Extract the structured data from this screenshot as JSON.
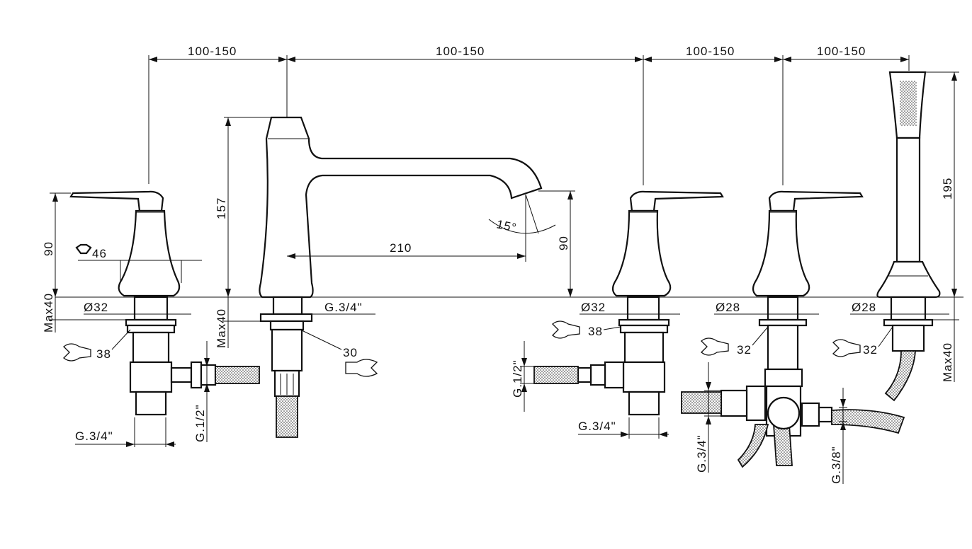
{
  "dimensions": {
    "top_spans": [
      "100-150",
      "100-150",
      "100-150",
      "100-150"
    ],
    "spout_height": "157",
    "spout_reach": "210",
    "spout_outlet_height": "90",
    "spout_angle": "15°",
    "spout_wrench": "30",
    "spout_thread": "G.3/4\"",
    "spout_max_deck": "Max40",
    "left_valve_height": "90",
    "left_hex_nut": "46",
    "left_diameter": "Ø32",
    "left_wrench": "38",
    "left_max_deck": "Max40",
    "left_thread_bottom": "G.3/4\"",
    "left_thread_side": "G.1/2\"",
    "right_valve_diameter": "Ø32",
    "right_valve_wrench": "38",
    "right_valve_thread_side": "G.1/2\"",
    "right_valve_thread_bottom": "G.3/4\"",
    "diverter_diameter": "Ø28",
    "diverter_wrench": "32",
    "diverter_thread_left": "G.3/4\"",
    "diverter_thread_right": "G.3/8\"",
    "handshower_height": "195",
    "handshower_diameter": "Ø28",
    "handshower_wrench": "32",
    "handshower_max_deck": "Max40"
  }
}
